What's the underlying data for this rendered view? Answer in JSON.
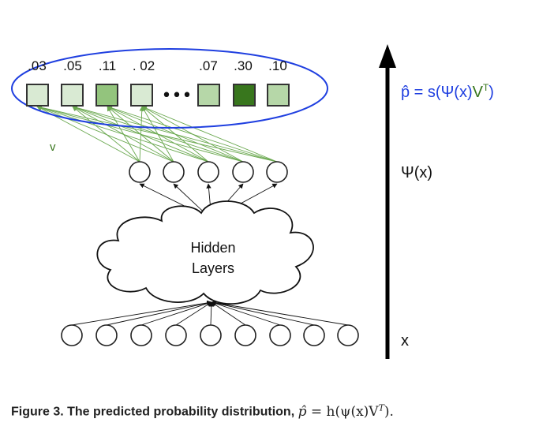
{
  "diagram": {
    "probabilities": [
      ".03",
      ".05",
      ".11",
      ". 02",
      ".07",
      ".30",
      ".10"
    ],
    "ellipsis": "•••",
    "box_colors": [
      "#d9ead3",
      "#d9ead3",
      "#93c47d",
      "#d9ead3",
      "#b6d7a8",
      "#38761d",
      "#b6d7a8"
    ],
    "v_label": "v",
    "formula": {
      "prefix": "p̂ = s(Ψ(x)",
      "v_part": "V",
      "superscript": "T",
      "suffix": ")"
    },
    "psi_label": "Ψ(x)",
    "x_label": "x",
    "hidden_layers": [
      "Hidden",
      "Layers"
    ],
    "colors": {
      "ellipse": "#1f3fe0",
      "formula": "#1f3fe0",
      "v_color": "#38761d",
      "edges_green": "#6aa84f",
      "dark": "#111111"
    }
  },
  "caption": {
    "label": "Figure 3. The predicted probability distribution,",
    "math_phat": "p̂",
    "math_eq": " = h(ψ(x)V",
    "math_sup": "T",
    "math_end": ")."
  }
}
